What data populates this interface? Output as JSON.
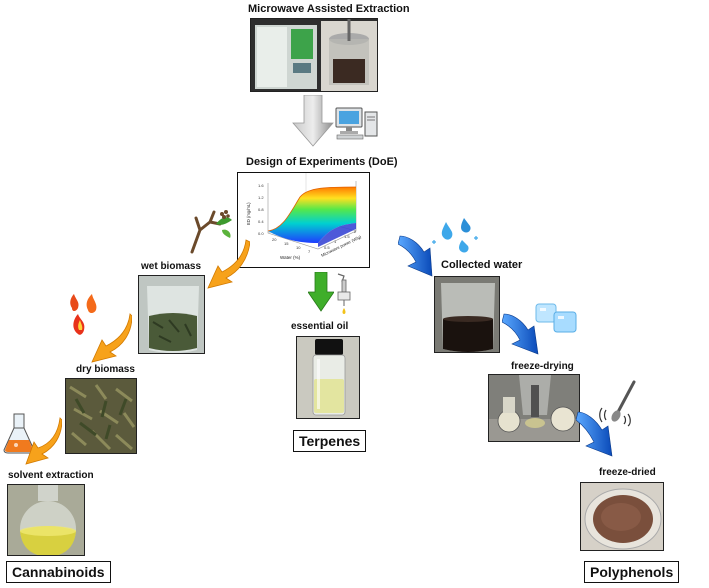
{
  "title": "Microwave Assisted Extraction",
  "doe": {
    "label": "Design of Experiments (DoE)",
    "plot_axis_labels": [
      "Water (%)",
      "Microwave power (W/g)",
      "ED (mg/mL)"
    ],
    "z_ticks": [
      "1.6",
      "1.2",
      "0.8",
      "0.4",
      "0.0"
    ],
    "x_ticks": [
      "20",
      "15",
      "10",
      "7"
    ],
    "y_ticks": [
      "0.5",
      "1",
      "1.5",
      "2"
    ]
  },
  "steps": {
    "wet_biomass": "wet biomass",
    "dry_biomass": "dry biomass",
    "solvent_extraction": "solvent extraction",
    "essential_oil": "essential oil",
    "collected_water": "Collected water",
    "freeze_drying": "freeze-drying",
    "freeze_dried": "freeze-dried"
  },
  "products": {
    "cannabinoids": "Cannabinoids",
    "terpenes": "Terpenes",
    "polyphenols": "Polyphenols"
  },
  "colors": {
    "orange_arrow": "#f7a21b",
    "blue_arrow": "#1a74d8",
    "green_arrow": "#3fae2a",
    "grey_arrow": "#9a9a9a"
  }
}
